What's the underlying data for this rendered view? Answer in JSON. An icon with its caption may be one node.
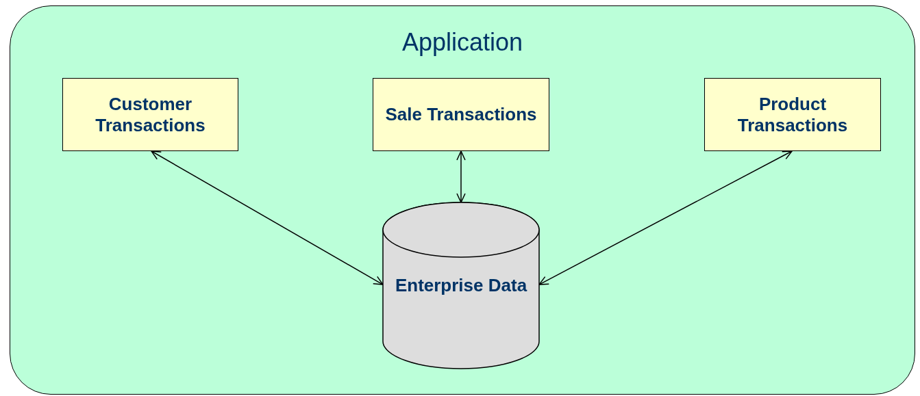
{
  "diagram": {
    "nodes": [
      {
        "text": [
          "Application"
        ]
      },
      {
        "text": [
          "Customer Transactions"
        ],
        "in": 0
      },
      {
        "text": [
          "Sale Transactions"
        ],
        "in": 0
      },
      {
        "text": [
          "Product Transactions"
        ],
        "in": 0
      },
      {
        "text": [
          "Enterprise Data"
        ],
        "in": 0
      }
    ],
    "edges": [
      {
        "from": 1,
        "to": 4,
        "arrow": "both"
      },
      {
        "from": 2,
        "to": 4,
        "arrow": "both"
      },
      {
        "from": 3,
        "to": 4,
        "arrow": "both"
      }
    ]
  }
}
